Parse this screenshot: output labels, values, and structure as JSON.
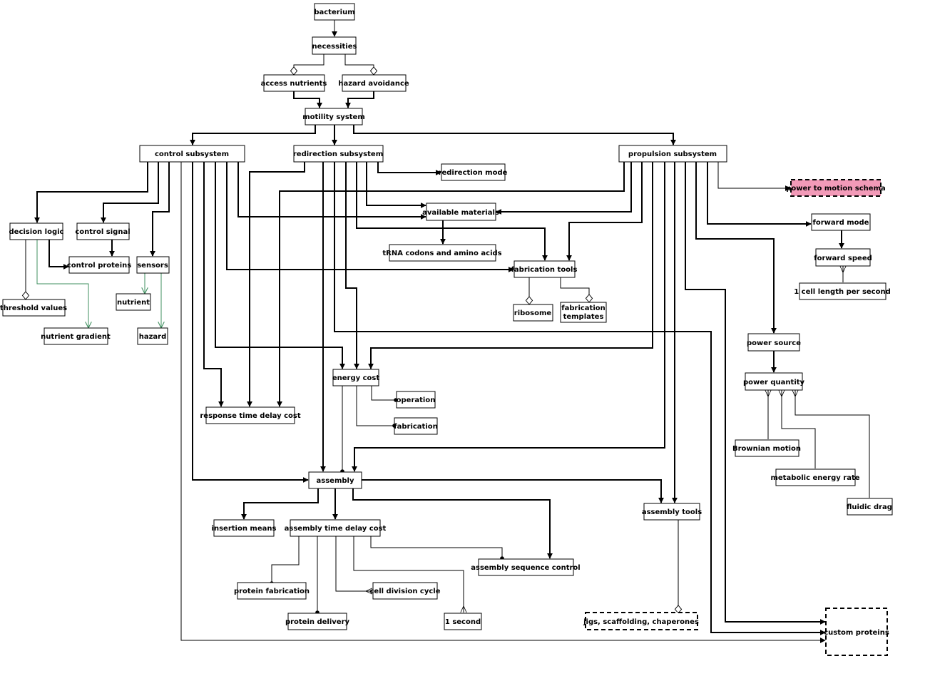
{
  "nodes": {
    "bacterium": "bacterium",
    "necessities": "necessities",
    "access_nutrients": "access nutrients",
    "hazard_avoidance": "hazard avoidance",
    "motility_system": "motility system",
    "control_subsystem": "control subsystem",
    "redirection_subsystem": "redirection subsystem",
    "propulsion_subsystem": "propulsion subsystem",
    "redirection_mode": "redirection mode",
    "power_to_motion_schema": "power to motion schema",
    "available_materials": "available materials",
    "trna_codons": "tRNA codons and amino acids",
    "fabrication_tools": "fabrication tools",
    "ribosome": "ribosome",
    "fabrication_templates_1": "fabrication",
    "fabrication_templates_2": "templates",
    "decision_logic": "decision logic",
    "control_signal": "control signal",
    "control_proteins": "control proteins",
    "sensors": "sensors",
    "threshold_values": "threshold values",
    "nutrient_gradient": "nutrient gradient",
    "nutrient": "nutrient",
    "hazard": "hazard",
    "forward_mode": "forward mode",
    "forward_speed": "forward speed",
    "cell_length": "1 cell length per second",
    "power_source": "power source",
    "power_quantity": "power quantity",
    "brownian_motion": "Brownian motion",
    "metabolic_energy_rate": "metabolic energy rate",
    "fluidic_drag": "fluidic drag",
    "energy_cost": "energy cost",
    "operation": "operation",
    "fabrication": "fabrication",
    "response_time_delay_cost": "response time delay cost",
    "assembly": "assembly",
    "insertion_means": "insertion means",
    "assembly_time_delay_cost": "assembly time delay cost",
    "assembly_sequence_control": "assembly sequence control",
    "assembly_tools": "assembly tools",
    "protein_fabrication": "protein fabrication",
    "protein_delivery": "protein delivery",
    "cell_division_cycle": "cell division cycle",
    "one_second": "1 second",
    "jigs": "jigs, scaffolding, chaperones",
    "custom_proteins": "custom proteins"
  },
  "colors": {
    "highlight_fill": "#f29ab8",
    "green_edge": "#3f8f5f",
    "stroke": "#000000"
  }
}
